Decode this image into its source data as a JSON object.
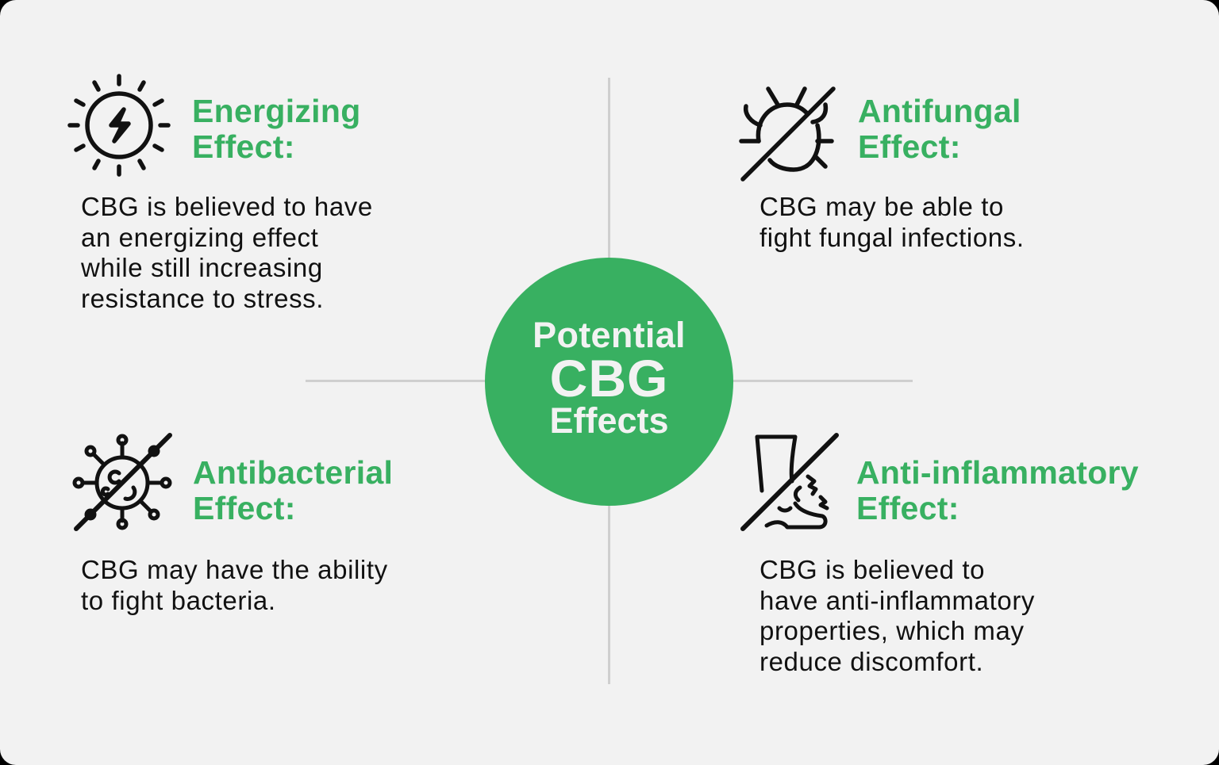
{
  "title": {
    "line1": "Potential",
    "line2": "CBG",
    "line3": "Effects"
  },
  "colors": {
    "accent_green": "#38b061",
    "background": "#f2f2f2",
    "divider": "#cfcfcf",
    "text": "#111111"
  },
  "effects": [
    {
      "id": "energizing",
      "icon": "sun-lightning-icon",
      "heading": [
        "Energizing",
        "Effect:"
      ],
      "body": [
        "CBG is believed to have",
        "an energizing effect",
        "while still increasing",
        "resistance to stress."
      ]
    },
    {
      "id": "antifungal",
      "icon": "crossed-out-bug-icon",
      "heading": [
        "Antifungal",
        "Effect:"
      ],
      "body": [
        "CBG may be able to",
        "fight fungal infections."
      ]
    },
    {
      "id": "antibacterial",
      "icon": "crossed-out-virus-icon",
      "heading": [
        "Antibacterial",
        "Effect:"
      ],
      "body": [
        "CBG may have the ability",
        "to fight bacteria."
      ]
    },
    {
      "id": "anti-inflammatory",
      "icon": "crossed-out-inflamed-leg-icon",
      "heading": [
        "Anti-inflammatory",
        "Effect:"
      ],
      "body": [
        "CBG is believed to",
        "have anti-inflammatory",
        "properties, which may",
        "reduce discomfort."
      ]
    }
  ]
}
